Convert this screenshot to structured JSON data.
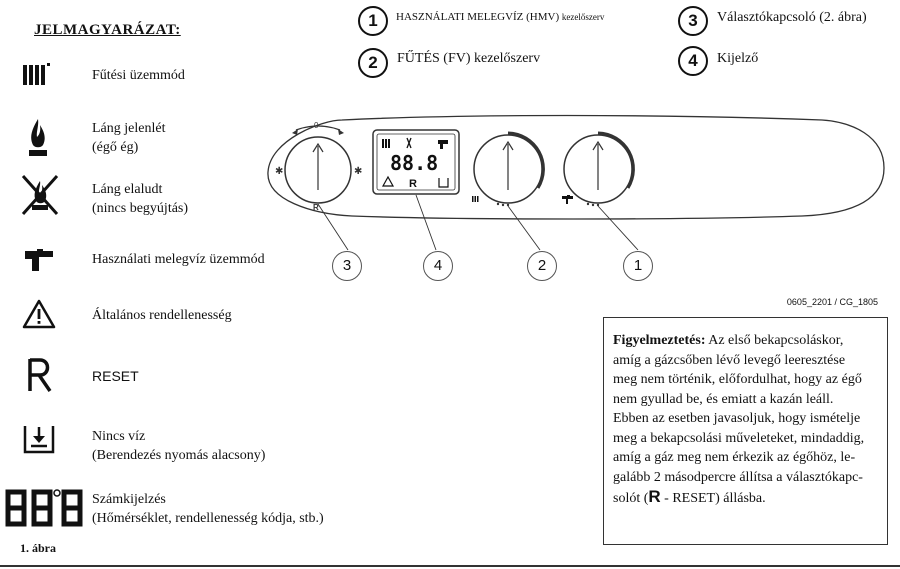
{
  "legend": {
    "title": "JELMAGYARÁZAT:",
    "items": [
      {
        "icon": "radiator-icon",
        "lines": [
          "Fűtési üzemmód"
        ]
      },
      {
        "icon": "flame-icon",
        "lines": [
          "Láng jelenlét",
          "(égő ég)"
        ]
      },
      {
        "icon": "flame-off-icon",
        "lines": [
          "Láng elaludt",
          "(nincs begyújtás)"
        ]
      },
      {
        "icon": "faucet-icon",
        "lines": [
          "Használati melegvíz üzemmód"
        ]
      },
      {
        "icon": "warning-icon",
        "lines": [
          "Általános rendellenesség"
        ]
      },
      {
        "icon": "reset-icon",
        "lines": [
          "RESET"
        ]
      },
      {
        "icon": "no-water-icon",
        "lines": [
          "Nincs víz",
          "(Berendezés nyomás alacsony)"
        ]
      },
      {
        "icon": "digit-display-icon",
        "lines": [
          "Számkijelzés",
          "(Hőmérséklet, rendellenesség kódja, stb.)"
        ]
      }
    ],
    "figure_label": "1. ábra"
  },
  "top_labels": [
    {
      "num": "1",
      "text_main": "HASZNÁLATI MELEGVÍZ (HMV)",
      "text_small": "kezelőszerv"
    },
    {
      "num": "2",
      "text_main": "FŰTÉS (FV) kezelőszerv",
      "text_small": ""
    },
    {
      "num": "3",
      "text_main": "Választókapcsoló (2. ábra)",
      "text_small": ""
    },
    {
      "num": "4",
      "text_main": "Kijelző",
      "text_small": ""
    }
  ],
  "panel": {
    "lcd_digits": "88.8",
    "lcd_r": "R",
    "selector_zero": "0",
    "selector_r": "R",
    "callouts": [
      "3",
      "4",
      "2",
      "1"
    ]
  },
  "reference": "0605_2201 / CG_1805",
  "note": {
    "bold": "Figyelmeztetés:",
    "lines": [
      " Az első bekapcsoláskor,",
      "amíg a gázcsőben lévő levegő leeresztése",
      "meg nem történik, előfordulhat, hogy az égő",
      "nem gyullad be, és emiatt a kazán leáll.",
      "Ebben az esetben javasoljuk, hogy ismételje",
      "meg a bekapcsolási műveleteket, mindaddig,",
      "amíg a gáz meg nem érkezik az égőhöz, le-",
      "galább 2 másodpercre állítsa a választókapc-"
    ],
    "last_prefix": "solót (",
    "last_r": "R",
    "last_suffix": " - RESET) állásba."
  },
  "colors": {
    "ink": "#111111",
    "line": "#333333"
  }
}
